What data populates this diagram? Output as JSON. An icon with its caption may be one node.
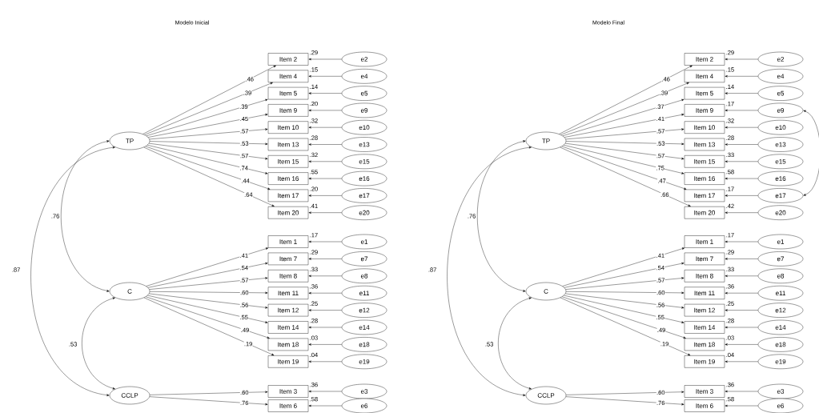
{
  "diagram": {
    "nodes": [
      {
        "text": [
          "TP"
        ]
      },
      {
        "text": [
          "C"
        ]
      },
      {
        "text": [
          "CCLP"
        ]
      },
      {
        "text": [
          "Item 2"
        ],
        "beside": [
          ".29"
        ]
      },
      {
        "text": [
          "Item 4"
        ],
        "beside": [
          ".15"
        ]
      },
      {
        "text": [
          "Item 5"
        ],
        "beside": [
          ".14"
        ]
      },
      {
        "text": [
          "Item 9"
        ],
        "beside": [
          ".20"
        ]
      },
      {
        "text": [
          "Item 10"
        ],
        "beside": [
          ".32"
        ]
      },
      {
        "text": [
          "Item 13"
        ],
        "beside": [
          ".28"
        ]
      },
      {
        "text": [
          "Item 15"
        ],
        "beside": [
          ".32"
        ]
      },
      {
        "text": [
          "Item 16"
        ],
        "beside": [
          ".55"
        ]
      },
      {
        "text": [
          "Item 17"
        ],
        "beside": [
          ".20"
        ]
      },
      {
        "text": [
          "Item 20"
        ],
        "beside": [
          ".41"
        ]
      },
      {
        "text": [
          "Item 1"
        ],
        "beside": [
          ".17"
        ]
      },
      {
        "text": [
          "Item 7"
        ],
        "beside": [
          ".29"
        ]
      },
      {
        "text": [
          "Item 8"
        ],
        "beside": [
          ".33"
        ]
      },
      {
        "text": [
          "Item 11"
        ],
        "beside": [
          ".36"
        ]
      },
      {
        "text": [
          "Item 12"
        ],
        "beside": [
          ".25"
        ]
      },
      {
        "text": [
          "Item 14"
        ],
        "beside": [
          ".28"
        ]
      },
      {
        "text": [
          "Item 18"
        ],
        "beside": [
          ".03"
        ]
      },
      {
        "text": [
          "Item 19"
        ],
        "beside": [
          ".04"
        ]
      },
      {
        "text": [
          "Item 3"
        ],
        "beside": [
          ".36"
        ]
      },
      {
        "text": [
          "Item 6"
        ],
        "beside": [
          ".58"
        ]
      },
      {
        "text": [
          "e2"
        ]
      },
      {
        "text": [
          "e4"
        ]
      },
      {
        "text": [
          "e5"
        ]
      },
      {
        "text": [
          "e9"
        ]
      },
      {
        "text": [
          "e10"
        ]
      },
      {
        "text": [
          "e13"
        ]
      },
      {
        "text": [
          "e15"
        ]
      },
      {
        "text": [
          "e16"
        ]
      },
      {
        "text": [
          "e17"
        ]
      },
      {
        "text": [
          "e20"
        ]
      },
      {
        "text": [
          "e1"
        ]
      },
      {
        "text": [
          "e7"
        ]
      },
      {
        "text": [
          "e8"
        ]
      },
      {
        "text": [
          "e11"
        ]
      },
      {
        "text": [
          "e12"
        ]
      },
      {
        "text": [
          "e14"
        ]
      },
      {
        "text": [
          "e18"
        ]
      },
      {
        "text": [
          "e19"
        ]
      },
      {
        "text": [
          "e3"
        ]
      },
      {
        "text": [
          "e6"
        ]
      },
      {
        "text": [
          "TP"
        ]
      },
      {
        "text": [
          "C"
        ]
      },
      {
        "text": [
          "CCLP"
        ]
      },
      {
        "text": [
          "Item 2"
        ],
        "beside": [
          ".29"
        ]
      },
      {
        "text": [
          "Item 4"
        ],
        "beside": [
          ".15"
        ]
      },
      {
        "text": [
          "Item 5"
        ],
        "beside": [
          ".14"
        ]
      },
      {
        "text": [
          "Item 9"
        ],
        "beside": [
          ".17"
        ]
      },
      {
        "text": [
          "Item 10"
        ],
        "beside": [
          ".32"
        ]
      },
      {
        "text": [
          "Item 13"
        ],
        "beside": [
          ".28"
        ]
      },
      {
        "text": [
          "Item 15"
        ],
        "beside": [
          ".33"
        ]
      },
      {
        "text": [
          "Item 16"
        ],
        "beside": [
          ".58"
        ]
      },
      {
        "text": [
          "Item 17"
        ],
        "beside": [
          ".17"
        ]
      },
      {
        "text": [
          "Item 20"
        ],
        "beside": [
          ".42"
        ]
      },
      {
        "text": [
          "Item 1"
        ],
        "beside": [
          ".17"
        ]
      },
      {
        "text": [
          "Item 7"
        ],
        "beside": [
          ".29"
        ]
      },
      {
        "text": [
          "Item 8"
        ],
        "beside": [
          ".33"
        ]
      },
      {
        "text": [
          "Item 11"
        ],
        "beside": [
          ".36"
        ]
      },
      {
        "text": [
          "Item 12"
        ],
        "beside": [
          ".25"
        ]
      },
      {
        "text": [
          "Item 14"
        ],
        "beside": [
          ".28"
        ]
      },
      {
        "text": [
          "Item 18"
        ],
        "beside": [
          ".03"
        ]
      },
      {
        "text": [
          "Item 19"
        ],
        "beside": [
          ".04"
        ]
      },
      {
        "text": [
          "Item 3"
        ],
        "beside": [
          ".36"
        ]
      },
      {
        "text": [
          "Item 6"
        ],
        "beside": [
          ".58"
        ]
      },
      {
        "text": [
          "e2"
        ]
      },
      {
        "text": [
          "e4"
        ]
      },
      {
        "text": [
          "e5"
        ]
      },
      {
        "text": [
          "e9"
        ]
      },
      {
        "text": [
          "e10"
        ]
      },
      {
        "text": [
          "e13"
        ]
      },
      {
        "text": [
          "e15"
        ]
      },
      {
        "text": [
          "e16"
        ]
      },
      {
        "text": [
          "e17"
        ]
      },
      {
        "text": [
          "e20"
        ]
      },
      {
        "text": [
          "e1"
        ]
      },
      {
        "text": [
          "e7"
        ]
      },
      {
        "text": [
          "e8"
        ]
      },
      {
        "text": [
          "e11"
        ]
      },
      {
        "text": [
          "e12"
        ]
      },
      {
        "text": [
          "e14"
        ]
      },
      {
        "text": [
          "e18"
        ]
      },
      {
        "text": [
          "e19"
        ]
      },
      {
        "text": [
          "e3"
        ]
      },
      {
        "text": [
          "e6"
        ]
      }
    ],
    "edges": [
      {
        "from": 0,
        "to": 3,
        "arrow": "to",
        "label": ".46"
      },
      {
        "from": 0,
        "to": 4,
        "arrow": "to",
        "label": ".39"
      },
      {
        "from": 0,
        "to": 5,
        "arrow": "to",
        "label": ".39"
      },
      {
        "from": 0,
        "to": 6,
        "arrow": "to",
        "label": ".45"
      },
      {
        "from": 0,
        "to": 7,
        "arrow": "to",
        "label": ".57"
      },
      {
        "from": 0,
        "to": 8,
        "arrow": "to",
        "label": ".53"
      },
      {
        "from": 0,
        "to": 9,
        "arrow": "to",
        "label": ".57"
      },
      {
        "from": 0,
        "to": 10,
        "arrow": "to",
        "label": ".74"
      },
      {
        "from": 0,
        "to": 11,
        "arrow": "to",
        "label": ".44"
      },
      {
        "from": 0,
        "to": 12,
        "arrow": "to",
        "label": ".64"
      },
      {
        "from": 1,
        "to": 13,
        "arrow": "to",
        "label": ".41"
      },
      {
        "from": 1,
        "to": 14,
        "arrow": "to",
        "label": ".54"
      },
      {
        "from": 1,
        "to": 15,
        "arrow": "to",
        "label": ".57"
      },
      {
        "from": 1,
        "to": 16,
        "arrow": "to",
        "label": ".60"
      },
      {
        "from": 1,
        "to": 17,
        "arrow": "to",
        "label": ".56"
      },
      {
        "from": 1,
        "to": 18,
        "arrow": "to",
        "label": ".55"
      },
      {
        "from": 1,
        "to": 19,
        "arrow": "to",
        "label": ".49"
      },
      {
        "from": 1,
        "to": 20,
        "arrow": "to",
        "label": ".19"
      },
      {
        "from": 2,
        "to": 21,
        "arrow": "to",
        "label": ".60"
      },
      {
        "from": 2,
        "to": 22,
        "arrow": "to",
        "label": ".76"
      },
      {
        "from": 23,
        "to": 3,
        "arrow": "to"
      },
      {
        "from": 24,
        "to": 4,
        "arrow": "to"
      },
      {
        "from": 25,
        "to": 5,
        "arrow": "to"
      },
      {
        "from": 26,
        "to": 6,
        "arrow": "to"
      },
      {
        "from": 27,
        "to": 7,
        "arrow": "to"
      },
      {
        "from": 28,
        "to": 8,
        "arrow": "to"
      },
      {
        "from": 29,
        "to": 9,
        "arrow": "to"
      },
      {
        "from": 30,
        "to": 10,
        "arrow": "to"
      },
      {
        "from": 31,
        "to": 11,
        "arrow": "to"
      },
      {
        "from": 32,
        "to": 12,
        "arrow": "to"
      },
      {
        "from": 33,
        "to": 13,
        "arrow": "to"
      },
      {
        "from": 34,
        "to": 14,
        "arrow": "to"
      },
      {
        "from": 35,
        "to": 15,
        "arrow": "to"
      },
      {
        "from": 36,
        "to": 16,
        "arrow": "to"
      },
      {
        "from": 37,
        "to": 17,
        "arrow": "to"
      },
      {
        "from": 38,
        "to": 18,
        "arrow": "to"
      },
      {
        "from": 39,
        "to": 19,
        "arrow": "to"
      },
      {
        "from": 40,
        "to": 20,
        "arrow": "to"
      },
      {
        "from": 41,
        "to": 21,
        "arrow": "to"
      },
      {
        "from": 42,
        "to": 22,
        "arrow": "to"
      },
      {
        "from": 0,
        "to": 1,
        "arrow": "both",
        "label": ".76"
      },
      {
        "from": 0,
        "to": 2,
        "arrow": "both",
        "label": ".87"
      },
      {
        "from": 1,
        "to": 2,
        "arrow": "both",
        "label": ".53"
      },
      {
        "from": 43,
        "to": 46,
        "arrow": "to",
        "label": ".46"
      },
      {
        "from": 43,
        "to": 47,
        "arrow": "to",
        "label": ".39"
      },
      {
        "from": 43,
        "to": 48,
        "arrow": "to",
        "label": ".37"
      },
      {
        "from": 43,
        "to": 49,
        "arrow": "to",
        "label": ".41"
      },
      {
        "from": 43,
        "to": 50,
        "arrow": "to",
        "label": ".57"
      },
      {
        "from": 43,
        "to": 51,
        "arrow": "to",
        "label": ".53"
      },
      {
        "from": 43,
        "to": 52,
        "arrow": "to",
        "label": ".57"
      },
      {
        "from": 43,
        "to": 53,
        "arrow": "to",
        "label": ".75"
      },
      {
        "from": 43,
        "to": 54,
        "arrow": "to",
        "label": ".47"
      },
      {
        "from": 43,
        "to": 55,
        "arrow": "to",
        "label": ".66"
      },
      {
        "from": 44,
        "to": 56,
        "arrow": "to",
        "label": ".41"
      },
      {
        "from": 44,
        "to": 57,
        "arrow": "to",
        "label": ".54"
      },
      {
        "from": 44,
        "to": 58,
        "arrow": "to",
        "label": ".57"
      },
      {
        "from": 44,
        "to": 59,
        "arrow": "to",
        "label": ".60"
      },
      {
        "from": 44,
        "to": 60,
        "arrow": "to",
        "label": ".56"
      },
      {
        "from": 44,
        "to": 61,
        "arrow": "to",
        "label": ".55"
      },
      {
        "from": 44,
        "to": 62,
        "arrow": "to",
        "label": ".49"
      },
      {
        "from": 44,
        "to": 63,
        "arrow": "to",
        "label": ".19"
      },
      {
        "from": 45,
        "to": 64,
        "arrow": "to",
        "label": ".60"
      },
      {
        "from": 45,
        "to": 65,
        "arrow": "to",
        "label": ".76"
      },
      {
        "from": 66,
        "to": 46,
        "arrow": "to"
      },
      {
        "from": 67,
        "to": 47,
        "arrow": "to"
      },
      {
        "from": 68,
        "to": 48,
        "arrow": "to"
      },
      {
        "from": 69,
        "to": 49,
        "arrow": "to"
      },
      {
        "from": 70,
        "to": 50,
        "arrow": "to"
      },
      {
        "from": 71,
        "to": 51,
        "arrow": "to"
      },
      {
        "from": 72,
        "to": 52,
        "arrow": "to"
      },
      {
        "from": 73,
        "to": 53,
        "arrow": "to"
      },
      {
        "from": 74,
        "to": 54,
        "arrow": "to"
      },
      {
        "from": 75,
        "to": 55,
        "arrow": "to"
      },
      {
        "from": 76,
        "to": 56,
        "arrow": "to"
      },
      {
        "from": 77,
        "to": 57,
        "arrow": "to"
      },
      {
        "from": 78,
        "to": 58,
        "arrow": "to"
      },
      {
        "from": 79,
        "to": 59,
        "arrow": "to"
      },
      {
        "from": 80,
        "to": 60,
        "arrow": "to"
      },
      {
        "from": 81,
        "to": 61,
        "arrow": "to"
      },
      {
        "from": 82,
        "to": 62,
        "arrow": "to"
      },
      {
        "from": 83,
        "to": 63,
        "arrow": "to"
      },
      {
        "from": 84,
        "to": 64,
        "arrow": "to"
      },
      {
        "from": 85,
        "to": 65,
        "arrow": "to"
      },
      {
        "from": 43,
        "to": 44,
        "arrow": "both",
        "label": ".76"
      },
      {
        "from": 43,
        "to": 45,
        "arrow": "both",
        "label": ".87"
      },
      {
        "from": 44,
        "to": 45,
        "arrow": "both",
        "label": ".53"
      },
      {
        "from": 69,
        "to": 74,
        "arrow": "both"
      }
    ],
    "labels": [
      "Modelo Inicial",
      "Modelo Final"
    ]
  }
}
